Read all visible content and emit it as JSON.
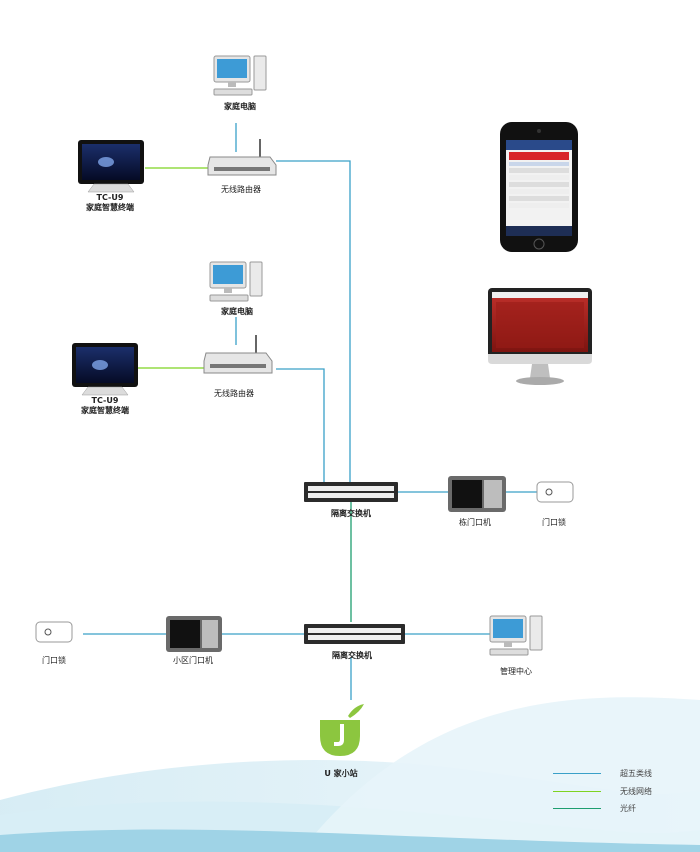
{
  "nodes": {
    "pc_top": "家庭电脑",
    "router_top": "无线路由器",
    "terminal_top": {
      "line1": "TC-U9",
      "line2": "家庭智慧终端"
    },
    "pc_mid": "家庭电脑",
    "router_mid": "无线路由器",
    "terminal_mid": {
      "line1": "TC-U9",
      "line2": "家庭智慧终端"
    },
    "switch_top": "隔离交换机",
    "building_door": "栋门口机",
    "door_lock_right": "门口锁",
    "switch_bottom": "隔离交换机",
    "door_lock_left": "门口锁",
    "community_door": "小区门口机",
    "management": "管理中心",
    "ujia": "U 家小站"
  },
  "legend": [
    {
      "label": "超五类线",
      "color": "#3aa0c8"
    },
    {
      "label": "无线网络",
      "color": "#7ed321"
    },
    {
      "label": "光纤",
      "color": "#1e9e70"
    }
  ],
  "colors": {
    "cat5": "#3aa0c8",
    "wireless": "#7ed321",
    "fiber": "#1e9e70",
    "ujia_green": "#8cc63f"
  }
}
